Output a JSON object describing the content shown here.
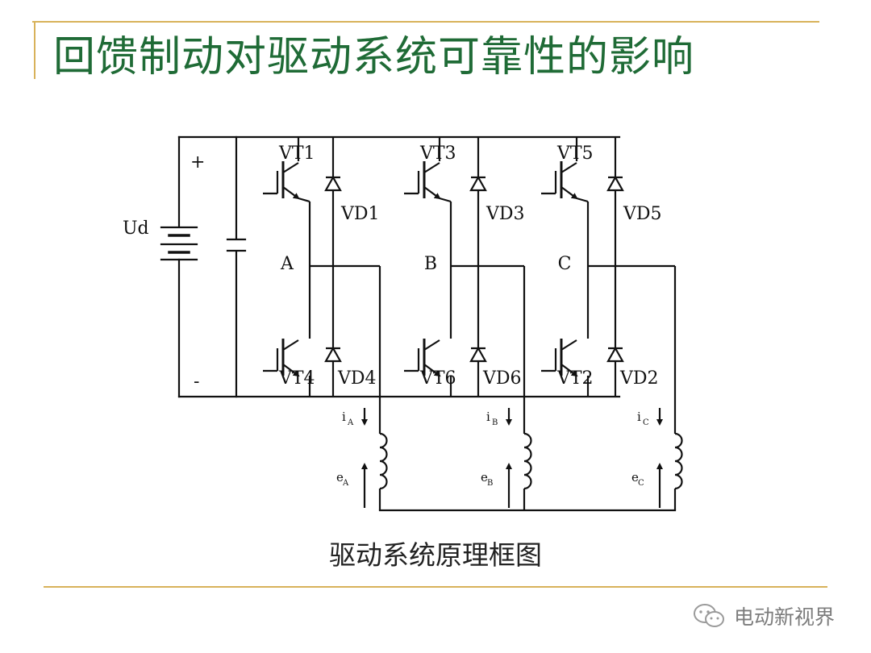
{
  "slide": {
    "title": "回馈制动对驱动系统可靠性的影响",
    "caption": "驱动系统原理框图",
    "watermark": "电动新视界"
  },
  "circuit": {
    "supply": {
      "label": "Ud",
      "plus": "+",
      "minus": "-"
    },
    "phases": [
      {
        "name": "A",
        "upper_switch": "VT1",
        "upper_diode": "VD1",
        "lower_switch": "VT4",
        "lower_diode": "VD4",
        "current": "i",
        "current_sub": "A",
        "emf": "e",
        "emf_sub": "A"
      },
      {
        "name": "B",
        "upper_switch": "VT3",
        "upper_diode": "VD3",
        "lower_switch": "VT6",
        "lower_diode": "VD6",
        "current": "i",
        "current_sub": "B",
        "emf": "e",
        "emf_sub": "B"
      },
      {
        "name": "C",
        "upper_switch": "VT5",
        "upper_diode": "VD5",
        "lower_switch": "VT2",
        "lower_diode": "VD2",
        "current": "i",
        "current_sub": "C",
        "emf": "e",
        "emf_sub": "C"
      }
    ]
  },
  "colors": {
    "title": "#1f6b36",
    "rule": "#d8b25a",
    "wire": "#111111"
  }
}
